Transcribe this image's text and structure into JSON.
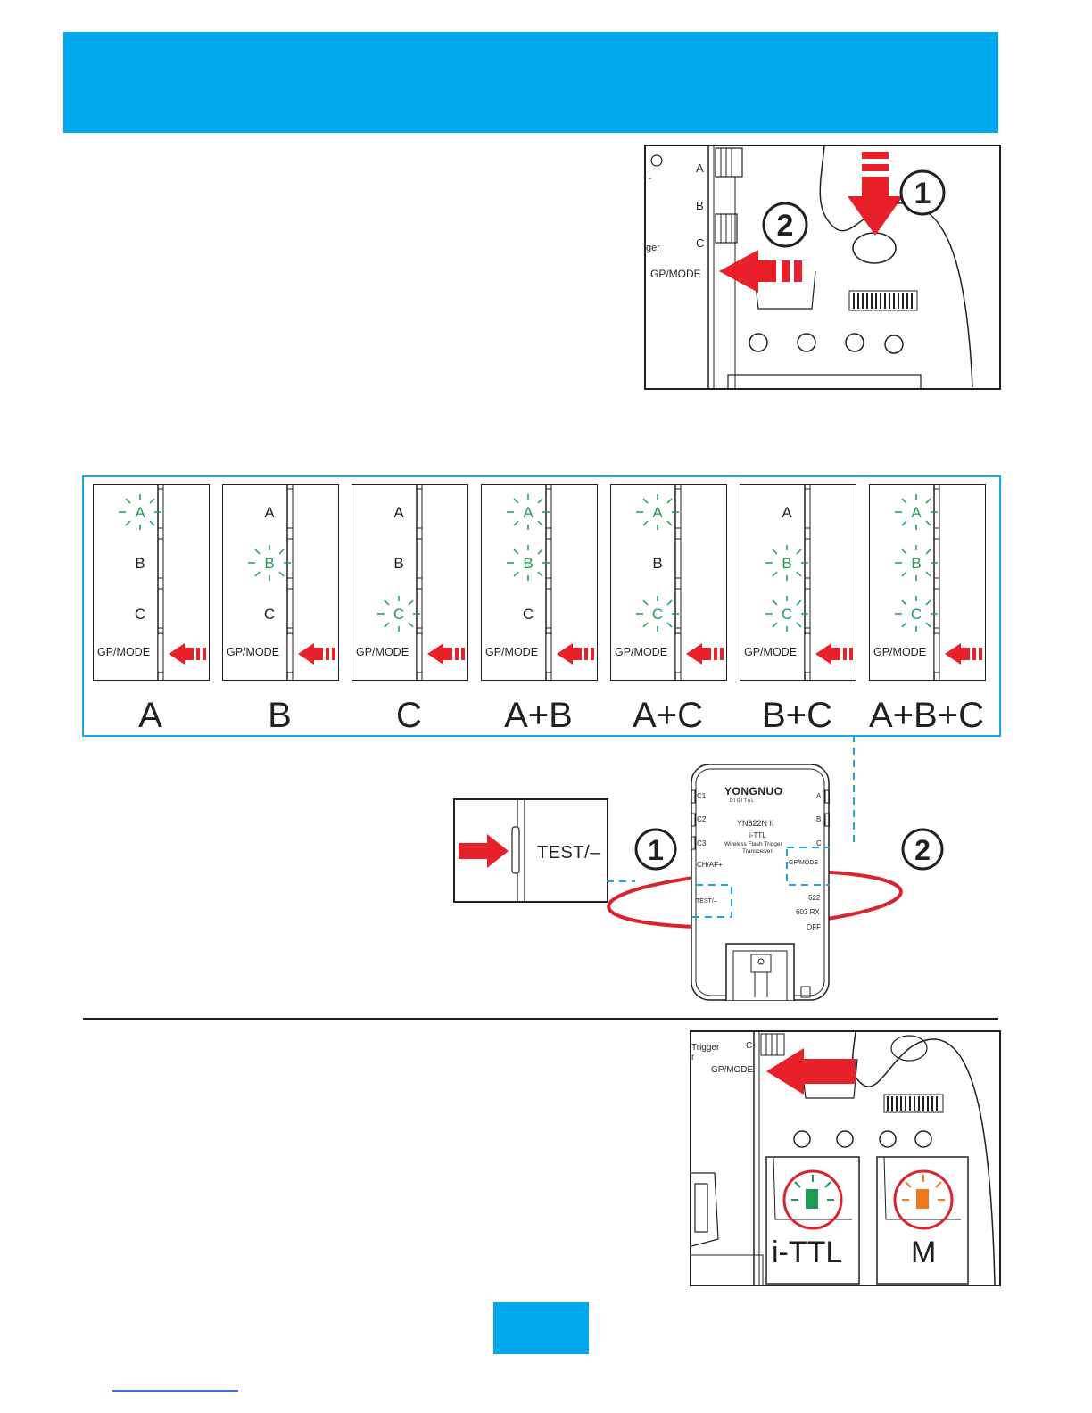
{
  "header": {
    "color": "#00a9ec"
  },
  "figure_top": {
    "labels": [
      "A",
      "B",
      "C",
      "GP/MODE"
    ],
    "edge_text": [
      "L",
      "ger"
    ],
    "steps": [
      "1",
      "2"
    ]
  },
  "group_panels": {
    "items": [
      {
        "caption": "A",
        "lit": [
          true,
          false,
          false
        ]
      },
      {
        "caption": "B",
        "lit": [
          false,
          true,
          false
        ]
      },
      {
        "caption": "C",
        "lit": [
          false,
          false,
          true
        ]
      },
      {
        "caption": "A+B",
        "lit": [
          true,
          true,
          false
        ]
      },
      {
        "caption": "A+C",
        "lit": [
          true,
          false,
          true
        ]
      },
      {
        "caption": "B+C",
        "lit": [
          false,
          true,
          true
        ]
      },
      {
        "caption": "A+B+C",
        "lit": [
          true,
          true,
          true
        ]
      }
    ],
    "button_label": "GP/MODE",
    "letters": [
      "A",
      "B",
      "C"
    ],
    "lit_color": "#1f9a55",
    "border_color": "#1aa6e0"
  },
  "device": {
    "brand": "YONGNUO",
    "brand_sub": "D I G I T A L",
    "model": "YN622N II",
    "mode": "i-TTL",
    "desc1": "Wireless Flash Trigger",
    "desc2": "Transceiver",
    "left_labels": [
      "C1",
      "C2",
      "C3",
      "CH/AF+"
    ],
    "right_labels": [
      "A",
      "B",
      "C"
    ],
    "gp_mode": "GP/MODE",
    "test": "TEST/–",
    "switch": [
      "622",
      "603 RX",
      "OFF"
    ]
  },
  "test_inset": {
    "label": "TEST/–"
  },
  "steps": [
    "1",
    "2"
  ],
  "figure_bottom": {
    "edge_text": [
      "Trigger",
      "r"
    ],
    "labels": [
      "C",
      "GP/MODE"
    ],
    "modes": [
      {
        "label": "i-TTL",
        "led_color": "#1f9a55"
      },
      {
        "label": "M",
        "led_color": "#f07a1a"
      }
    ]
  },
  "colors": {
    "arrow": "#e8202a",
    "highlight_circle": "#d9232d",
    "dashed": "#1aa6e0"
  }
}
